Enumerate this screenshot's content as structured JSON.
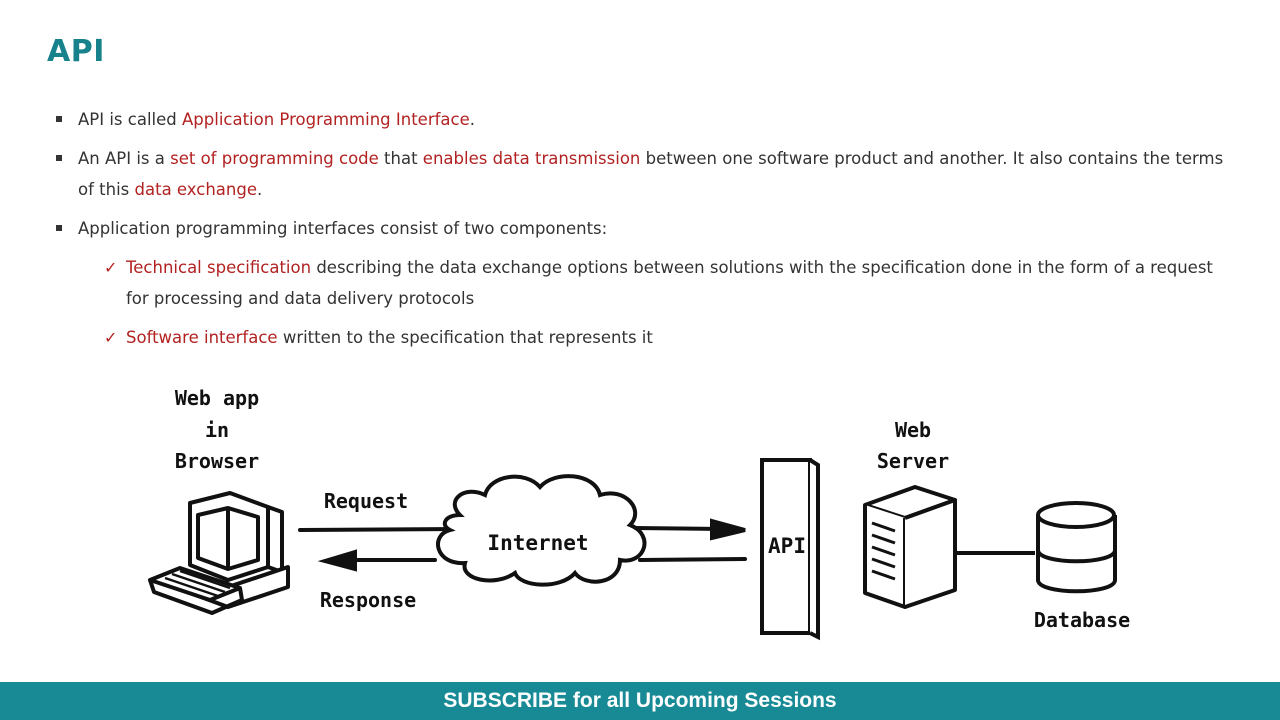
{
  "slide": {
    "title": "API",
    "bullets": [
      {
        "p1": "API is called ",
        "h1": "Application Programming Interface",
        "p2": "."
      },
      {
        "p1": "An API is a ",
        "h1": "set of programming code",
        "p2": " that ",
        "h2": "enables data transmission",
        "p3": " between one software product and another. It also contains the terms of this ",
        "h3": "data exchange",
        "p4": "."
      },
      {
        "p1": "Application programming interfaces consist of two components:",
        "subs": [
          {
            "h1": "Technical specification",
            "p1": " describing the data exchange options between solutions with the specification done in the form of a request for processing and data delivery protocols"
          },
          {
            "h1": "Software interface",
            "p1": " written to the specification that represents it"
          }
        ]
      }
    ],
    "check_glyph": "✓"
  },
  "diagram": {
    "client_label_1": "Web app",
    "client_label_2": "in",
    "client_label_3": "Browser",
    "request_label": "Request",
    "response_label": "Response",
    "internet_label": "Internet",
    "api_label": "API",
    "server_label_1": "Web",
    "server_label_2": "Server",
    "database_label": "Database",
    "icons": [
      "computer-icon",
      "cloud-icon",
      "server-icon",
      "database-icon"
    ]
  },
  "footer": {
    "text": "SUBSCRIBE for all Upcoming Sessions",
    "color": "#178a96"
  },
  "colors": {
    "title": "#17818c",
    "highlight": "#b22222"
  }
}
